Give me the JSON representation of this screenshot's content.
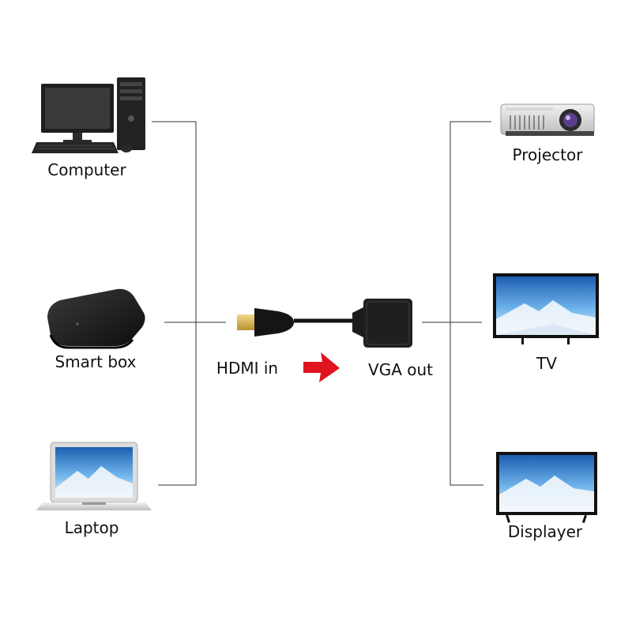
{
  "labels": {
    "computer": "Computer",
    "smartbox": "Smart box",
    "laptop": "Laptop",
    "hdmi_in": "HDMI in",
    "vga_out": "VGA out",
    "projector": "Projector",
    "tv": "TV",
    "displayer": "Displayer"
  },
  "colors": {
    "line": "#333333",
    "arrow": "#e0141e",
    "device_dark": "#111111",
    "screen_sky": "#3a8fd8"
  },
  "icons": {
    "computer": "desktop-computer-icon",
    "smartbox": "set-top-box-icon",
    "laptop": "laptop-icon",
    "hdmi": "hdmi-plug-icon",
    "vga": "vga-adapter-icon",
    "projector": "projector-icon",
    "tv": "tv-icon",
    "displayer": "monitor-icon"
  }
}
